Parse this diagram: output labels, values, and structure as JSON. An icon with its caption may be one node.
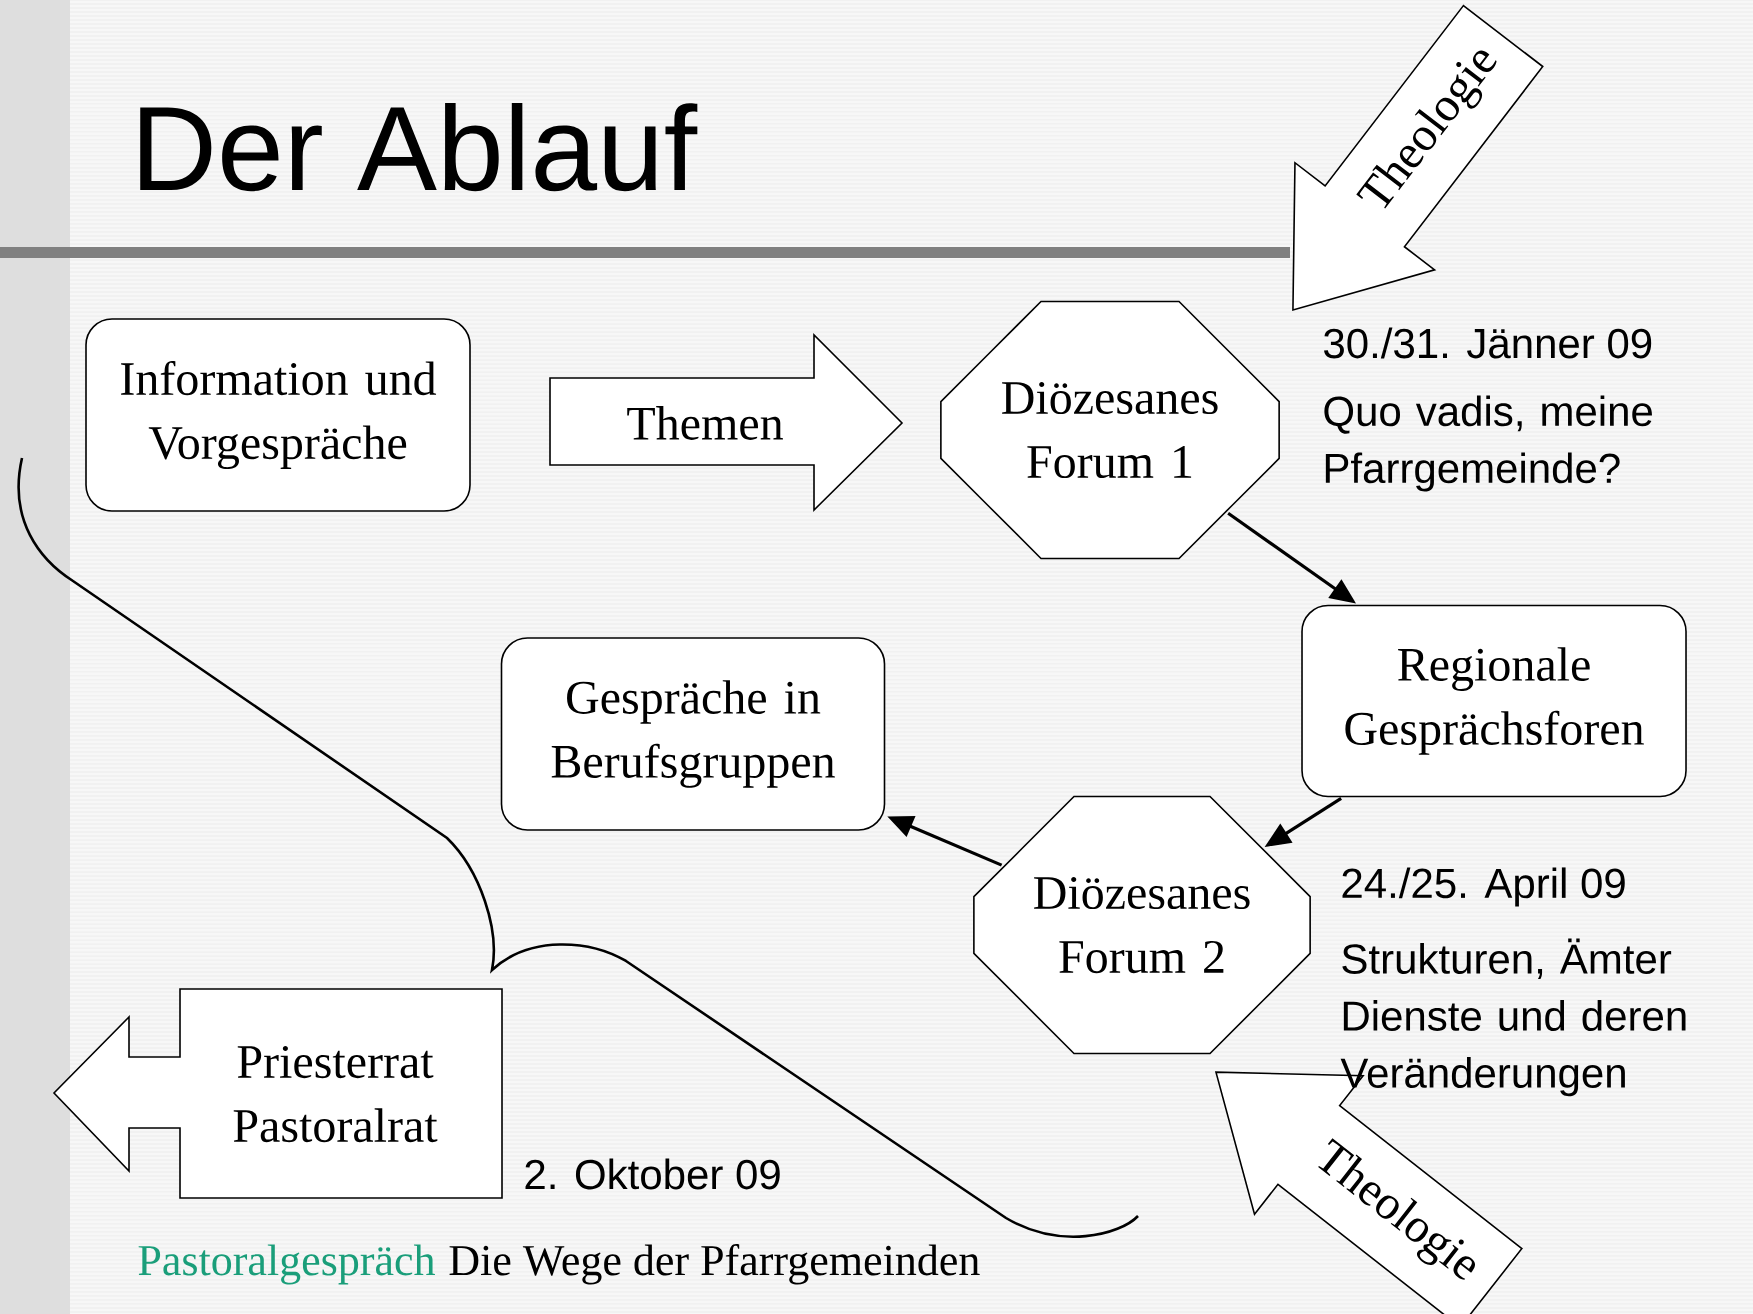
{
  "diagram": {
    "title": "Der Ablauf",
    "nodes": [
      {
        "text": [
          "Information und Vorgespräche"
        ]
      },
      {
        "text": [
          "Themen"
        ]
      },
      {
        "text": [
          "Diözesanes Forum 1"
        ],
        "beside": [
          "30./31. Jänner 09",
          "Quo vadis, meine Pfarrgemeinde?"
        ]
      },
      {
        "text": [
          "Theologie"
        ]
      },
      {
        "text": [
          "Regionale Gesprächsforen"
        ]
      },
      {
        "text": [
          "Gespräche in Berufsgruppen"
        ]
      },
      {
        "text": [
          "Diözesanes Forum 2"
        ],
        "beside": [
          "24./25. April 09"
        ]
      },
      {
        "text": [
          "Theologie"
        ]
      },
      {
        "text": [
          "Priesterrat Pastoralrat"
        ],
        "beside": [
          "2. Oktober 09"
        ]
      }
    ],
    "edges": [
      {
        "from": 2,
        "to": 4,
        "arrow": "to"
      },
      {
        "from": 4,
        "to": 6,
        "arrow": "to"
      },
      {
        "from": 6,
        "to": 5,
        "arrow": "to"
      }
    ],
    "labels": [
      "Strukturen, Ämter Dienste und deren Veränderungen",
      "Pastoralgespräch",
      "Die Wege der Pfarrgemeinden"
    ]
  }
}
